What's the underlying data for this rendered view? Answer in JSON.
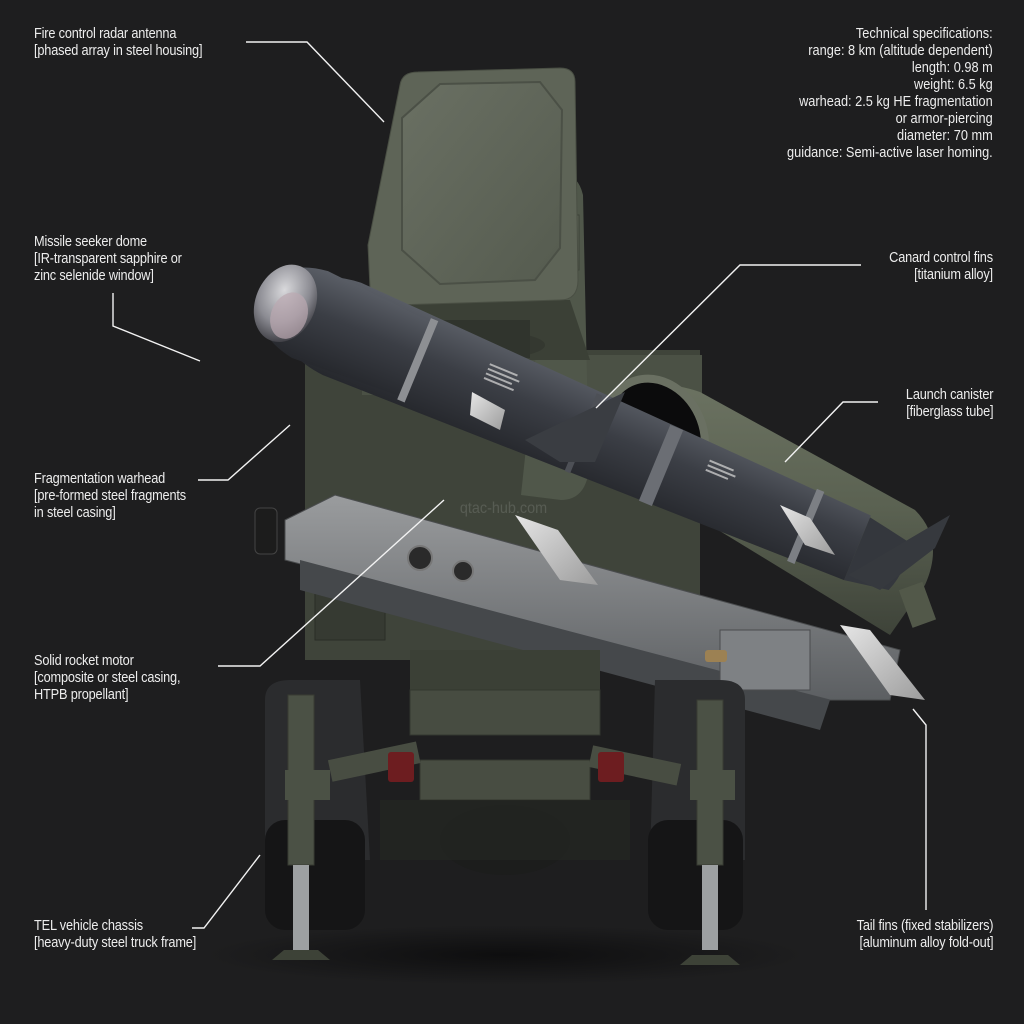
{
  "colors": {
    "background": "#1e1e1f",
    "text": "#ededed",
    "leader_line": "#f2f2f2",
    "olive_drab": "#4f5548",
    "olive_light": "#5e6555",
    "missile_body": "#3a3d43",
    "steel": "#8a8d90",
    "tail_light": "#7a1f22"
  },
  "specs": {
    "title": "Technical specifications:",
    "lines": [
      "range: 8 km (altitude dependent)",
      "length: 0.98 m",
      "weight: 6.5 kg",
      "warhead: 2.5 kg HE fragmentation",
      "or armor-piercing",
      "diameter: 70 mm",
      "guidance: Semi-active laser homing."
    ]
  },
  "callouts": {
    "radar": {
      "title": "Fire control radar antenna",
      "detail": [
        "[phased array in steel housing]"
      ]
    },
    "seeker": {
      "title": "Missile seeker dome",
      "detail": [
        "[IR-transparent sapphire or",
        "zinc selenide window]"
      ]
    },
    "warhead": {
      "title": "Fragmentation warhead",
      "detail": [
        "[pre-formed steel fragments",
        "in steel casing]"
      ]
    },
    "motor": {
      "title": "Solid rocket motor",
      "detail": [
        "[composite or steel casing,",
        "HTPB propellant]"
      ]
    },
    "chassis": {
      "title": "TEL vehicle chassis",
      "detail": [
        "[heavy-duty steel truck frame]"
      ]
    },
    "canard": {
      "title": "Canard control fins",
      "detail": [
        "[titanium alloy]"
      ]
    },
    "canister": {
      "title": "Launch canister",
      "detail": [
        "[fiberglass tube]"
      ]
    },
    "tail": {
      "title": "Tail fins (fixed stabilizers)",
      "detail": [
        "[aluminum alloy fold-out]"
      ]
    }
  },
  "watermark": "qtac-hub.com"
}
